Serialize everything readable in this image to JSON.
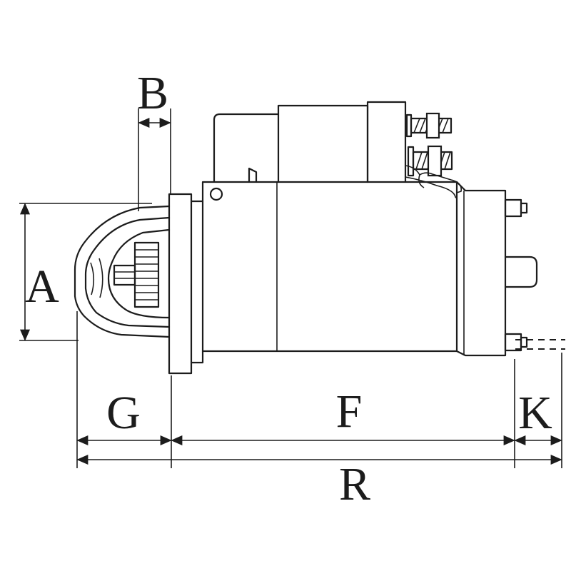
{
  "diagram": {
    "type": "technical-dimension-drawing",
    "subject": "starter-motor-side-view",
    "labels": {
      "a": "A",
      "b": "B",
      "g": "G",
      "f": "F",
      "k": "K",
      "r": "R"
    },
    "colors": {
      "line": "#1c1c1c",
      "background": "#ffffff"
    }
  }
}
